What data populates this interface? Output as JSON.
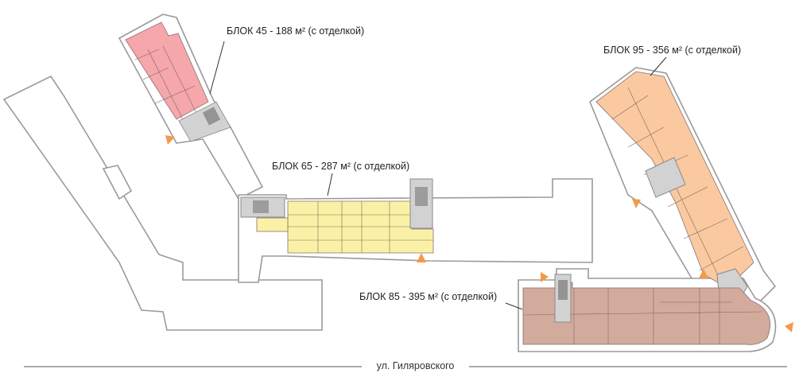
{
  "blocks": [
    {
      "id": "45",
      "label": "БЛОК 45 - 188 м² (с отделкой)",
      "color": "#f5a7ab"
    },
    {
      "id": "65",
      "label": "БЛОК 65 - 287 м² (с отделкой)",
      "color": "#fbf1a6"
    },
    {
      "id": "95",
      "label": "БЛОК 95 - 356 м² (с отделкой)",
      "color": "#fbc9a0"
    },
    {
      "id": "85",
      "label": "БЛОК 85 - 395 м² (с отделкой)",
      "color": "#d3ab9c"
    }
  ],
  "street": "ул. Гиляровского",
  "colors": {
    "entrance_arrow": "#f39a4a",
    "stairs": "#d2d2d2",
    "walls": "#9a9a9a"
  }
}
